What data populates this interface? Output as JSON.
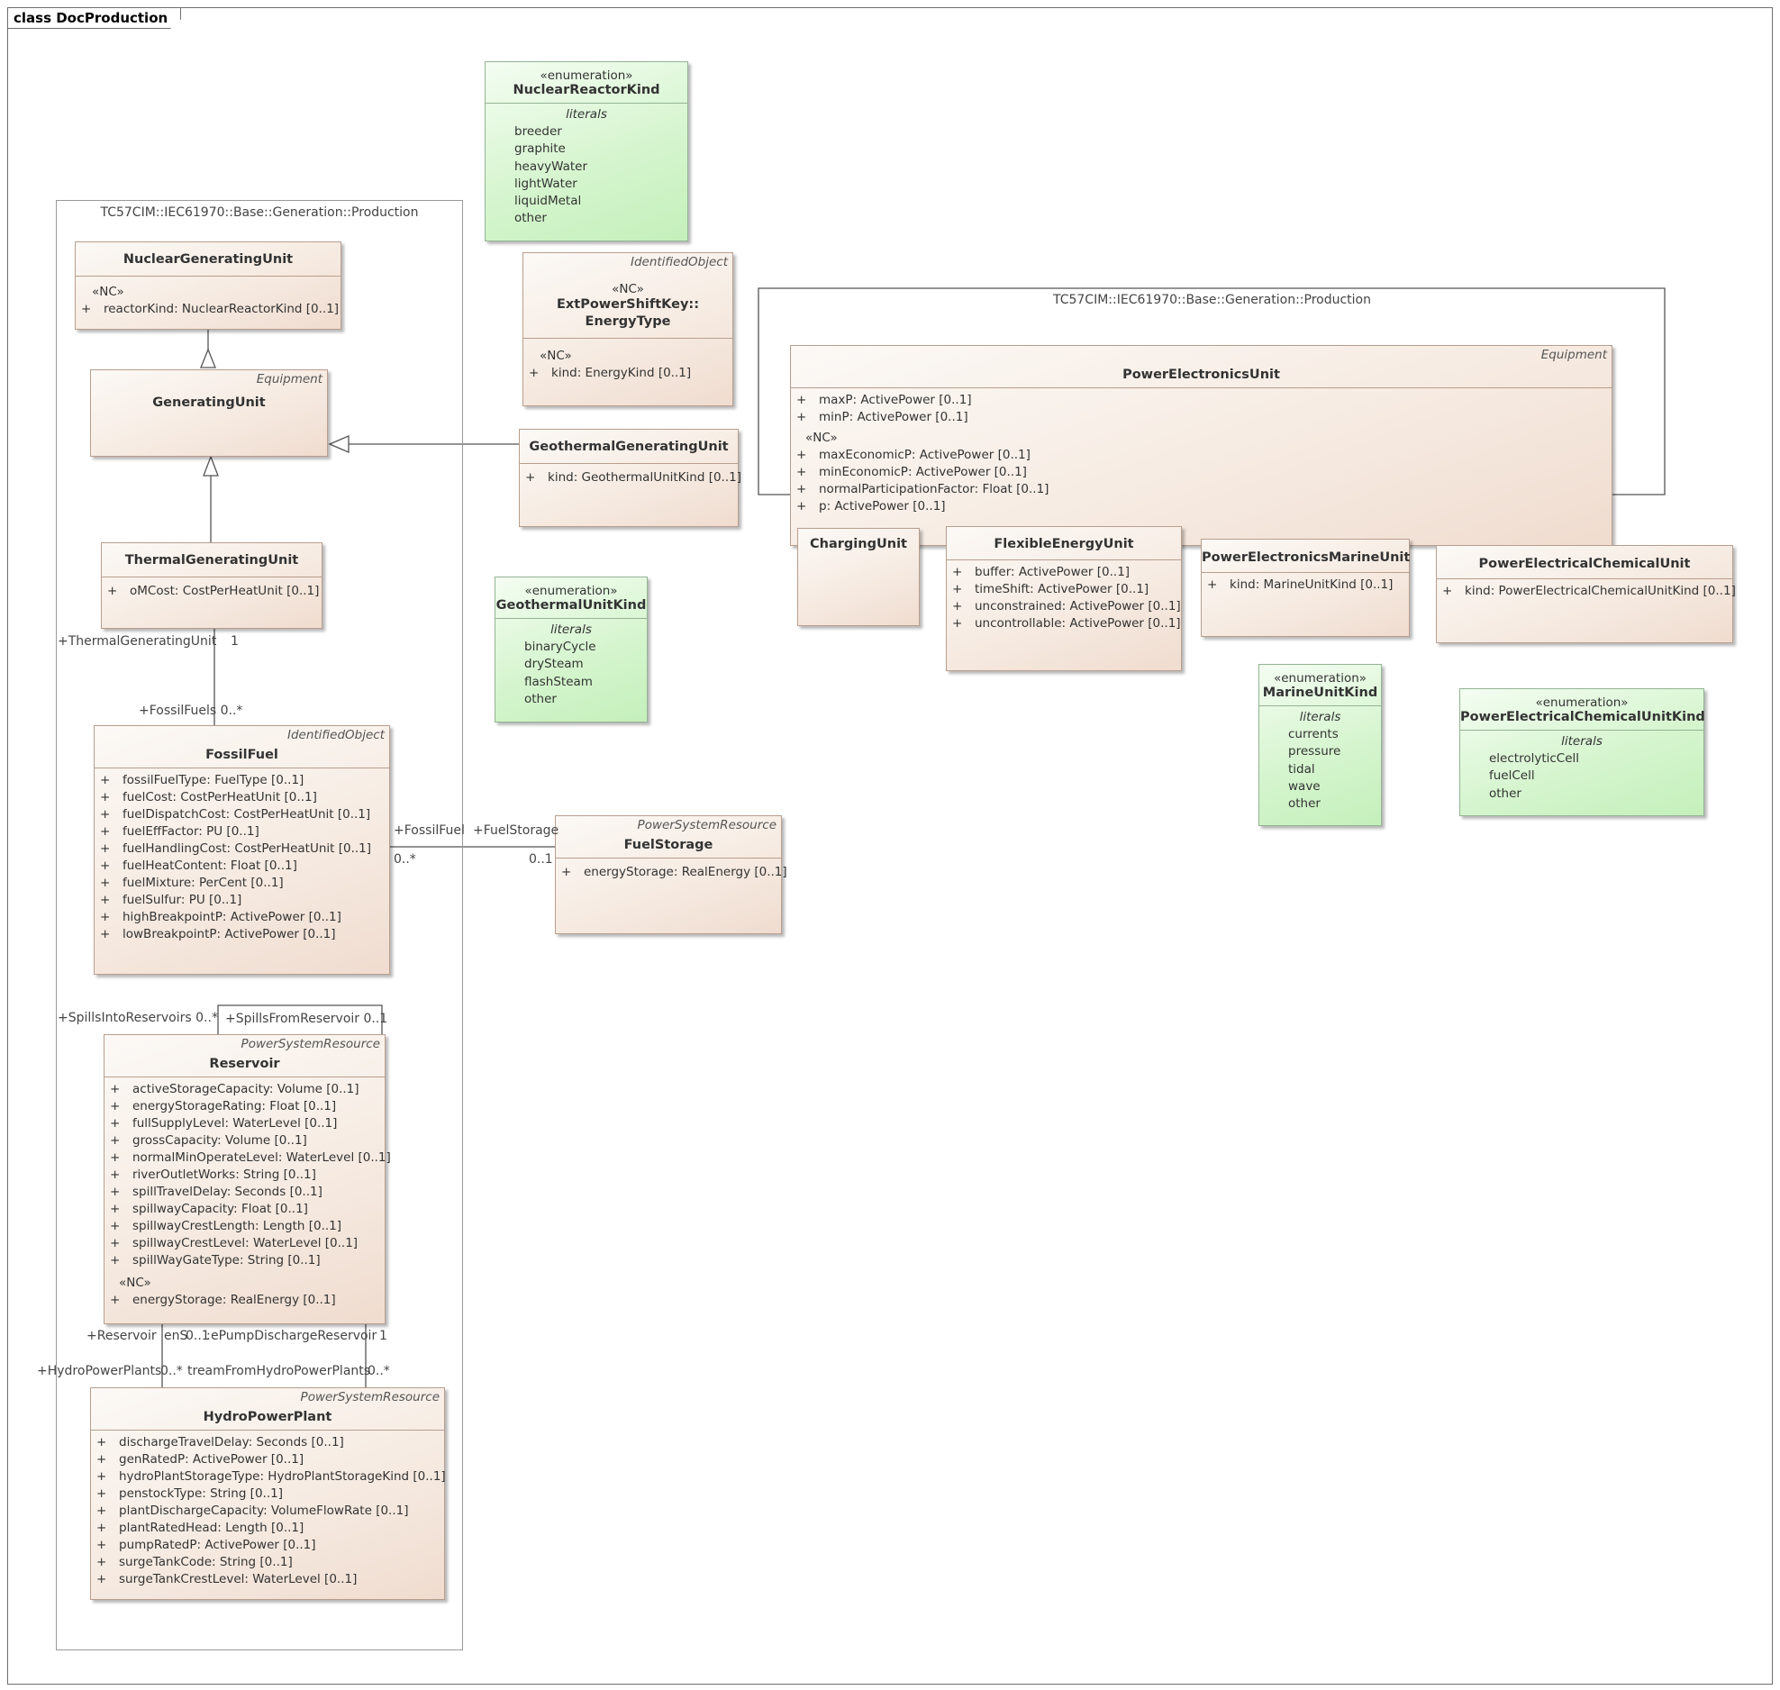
{
  "frame": {
    "title": "class DocProduction"
  },
  "packages": [
    {
      "id": "left",
      "label": "TC57CIM::IEC61970::Base::Generation::Production"
    },
    {
      "id": "right",
      "label": "TC57CIM::IEC61970::Base::Generation::Production"
    }
  ],
  "classes": {
    "nuclear_generating_unit": {
      "name": "NuclearGeneratingUnit",
      "parent": "",
      "stereotype": "",
      "attributes": [],
      "nc_label": "«NC»",
      "nc_attributes": [
        "reactorKind: NuclearReactorKind [0..1]"
      ]
    },
    "generating_unit": {
      "name": "GeneratingUnit",
      "parent": "Equipment",
      "stereotype": "",
      "attributes": [],
      "nc_label": "",
      "nc_attributes": []
    },
    "thermal_generating_unit": {
      "name": "ThermalGeneratingUnit",
      "parent": "",
      "stereotype": "",
      "attributes": [
        "oMCost: CostPerHeatUnit [0..1]"
      ],
      "nc_label": "",
      "nc_attributes": []
    },
    "fossil_fuel": {
      "name": "FossilFuel",
      "parent": "IdentifiedObject",
      "stereotype": "",
      "attributes": [
        "fossilFuelType: FuelType [0..1]",
        "fuelCost: CostPerHeatUnit [0..1]",
        "fuelDispatchCost: CostPerHeatUnit [0..1]",
        "fuelEffFactor: PU [0..1]",
        "fuelHandlingCost: CostPerHeatUnit [0..1]",
        "fuelHeatContent: Float [0..1]",
        "fuelMixture: PerCent [0..1]",
        "fuelSulfur: PU [0..1]",
        "highBreakpointP: ActivePower [0..1]",
        "lowBreakpointP: ActivePower [0..1]"
      ],
      "nc_label": "",
      "nc_attributes": []
    },
    "reservoir": {
      "name": "Reservoir",
      "parent": "PowerSystemResource",
      "stereotype": "",
      "attributes": [
        "activeStorageCapacity: Volume [0..1]",
        "energyStorageRating: Float [0..1]",
        "fullSupplyLevel: WaterLevel [0..1]",
        "grossCapacity: Volume [0..1]",
        "normalMinOperateLevel: WaterLevel [0..1]",
        "riverOutletWorks: String [0..1]",
        "spillTravelDelay: Seconds [0..1]",
        "spillwayCapacity: Float [0..1]",
        "spillwayCrestLength: Length [0..1]",
        "spillwayCrestLevel: WaterLevel [0..1]",
        "spillWayGateType: String [0..1]"
      ],
      "nc_label": "«NC»",
      "nc_attributes": [
        "energyStorage: RealEnergy [0..1]"
      ]
    },
    "hydro_power_plant": {
      "name": "HydroPowerPlant",
      "parent": "PowerSystemResource",
      "stereotype": "",
      "attributes": [
        "dischargeTravelDelay: Seconds [0..1]",
        "genRatedP: ActivePower [0..1]",
        "hydroPlantStorageType: HydroPlantStorageKind [0..1]",
        "penstockType: String [0..1]",
        "plantDischargeCapacity: VolumeFlowRate [0..1]",
        "plantRatedHead: Length [0..1]",
        "pumpRatedP: ActivePower [0..1]",
        "surgeTankCode: String [0..1]",
        "surgeTankCrestLevel: WaterLevel [0..1]"
      ],
      "nc_label": "",
      "nc_attributes": []
    },
    "energy_type": {
      "name": "ExtPowerShiftKey::\nEnergyType",
      "parent": "IdentifiedObject",
      "stereotype": "«NC»",
      "attributes": [],
      "nc_label": "«NC»",
      "nc_attributes": [
        "kind: EnergyKind [0..1]"
      ]
    },
    "geothermal_generating_unit": {
      "name": "GeothermalGeneratingUnit",
      "parent": "",
      "stereotype": "",
      "attributes": [
        "kind: GeothermalUnitKind [0..1]"
      ],
      "nc_label": "",
      "nc_attributes": []
    },
    "fuel_storage": {
      "name": "FuelStorage",
      "parent": "PowerSystemResource",
      "stereotype": "",
      "attributes": [
        "energyStorage: RealEnergy [0..1]"
      ],
      "nc_label": "",
      "nc_attributes": []
    },
    "power_electronics_unit": {
      "name": "PowerElectronicsUnit",
      "parent": "Equipment",
      "stereotype": "",
      "attributes": [
        "maxP: ActivePower [0..1]",
        "minP: ActivePower [0..1]"
      ],
      "nc_label": "«NC»",
      "nc_attributes": [
        "maxEconomicP: ActivePower [0..1]",
        "minEconomicP: ActivePower [0..1]",
        "normalParticipationFactor: Float [0..1]",
        "p: ActivePower [0..1]"
      ]
    },
    "charging_unit": {
      "name": "ChargingUnit",
      "parent": "",
      "stereotype": "",
      "attributes": [],
      "nc_label": "",
      "nc_attributes": []
    },
    "flexible_energy_unit": {
      "name": "FlexibleEnergyUnit",
      "parent": "",
      "stereotype": "",
      "attributes": [
        "buffer: ActivePower [0..1]",
        "timeShift: ActivePower [0..1]",
        "unconstrained: ActivePower [0..1]",
        "uncontrollable: ActivePower [0..1]"
      ],
      "nc_label": "",
      "nc_attributes": []
    },
    "power_electronics_marine_unit": {
      "name": "PowerElectronicsMarineUnit",
      "parent": "",
      "stereotype": "",
      "attributes": [
        "kind: MarineUnitKind [0..1]"
      ],
      "nc_label": "",
      "nc_attributes": []
    },
    "power_electrical_chemical_unit": {
      "name": "PowerElectricalChemicalUnit",
      "parent": "",
      "stereotype": "",
      "attributes": [
        "kind: PowerElectricalChemicalUnitKind [0..1]"
      ],
      "nc_label": "",
      "nc_attributes": []
    }
  },
  "enumerations": {
    "nuclear_reactor_kind": {
      "stereotype": "«enumeration»",
      "name": "NuclearReactorKind",
      "literals_label": "literals",
      "literals": [
        "breeder",
        "graphite",
        "heavyWater",
        "lightWater",
        "liquidMetal",
        "other"
      ]
    },
    "geothermal_unit_kind": {
      "stereotype": "«enumeration»",
      "name": "GeothermalUnitKind",
      "literals_label": "literals",
      "literals": [
        "binaryCycle",
        "drySteam",
        "flashSteam",
        "other"
      ]
    },
    "marine_unit_kind": {
      "stereotype": "«enumeration»",
      "name": "MarineUnitKind",
      "literals_label": "literals",
      "literals": [
        "currents",
        "pressure",
        "tidal",
        "wave",
        "other"
      ]
    },
    "power_electrical_chemical_unit_kind": {
      "stereotype": "«enumeration»",
      "name": "PowerElectricalChemicalUnitKind",
      "literals_label": "literals",
      "literals": [
        "electrolyticCell",
        "fuelCell",
        "other"
      ]
    }
  },
  "role_labels": {
    "thermal_end": "+ThermalGeneratingUnit",
    "thermal_mult": "1",
    "fossil_fuels_end": "+FossilFuels 0..*",
    "fossil_fuel_end": "+FossilFuel",
    "fossil_fuel_mult": "0..*",
    "fuel_storage_end": "+FuelStorage",
    "fuel_storage_mult": "0..1",
    "spills_into": "+SpillsIntoReservoirs 0..*",
    "spills_from": "+SpillsFromReservoir 0..1",
    "reservoir_end": "+Reservoir",
    "reservoir_mult": "0..1",
    "pump_discharge_end": "ePumpDischargeReservoir",
    "pump_discharge_mult": "1",
    "hydro_plants_end": "+HydroPowerPlants",
    "hydro_plants_mult": "0..*",
    "upstream_end": "treamFromHydroPowerPlants",
    "upstream_mult": "0..*",
    "overlap_1": "enS",
    "overlap_2": ":"
  },
  "colors": {
    "class_fill": "#f6ebe2",
    "class_border": "#b89e8e",
    "enum_fill": "#d6f5cf",
    "enum_border": "#94b394",
    "line": "#555555"
  }
}
